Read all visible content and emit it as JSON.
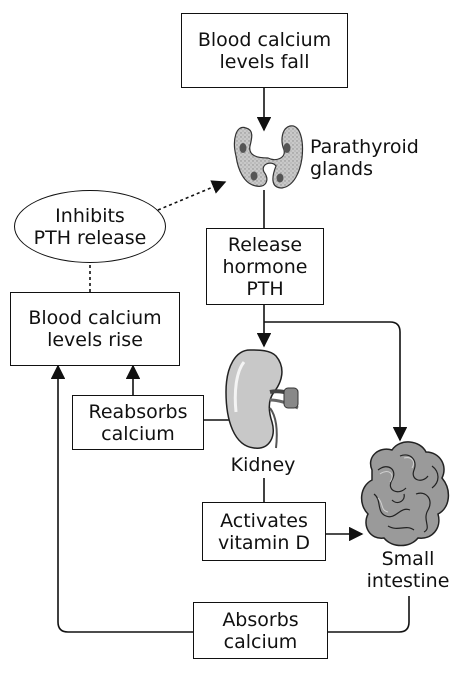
{
  "nodes": {
    "fall": "Blood calcium\nlevels fall",
    "parathyroid": "Parathyroid\nglands",
    "release": "Release\nhormone\nPTH",
    "inhibits": "Inhibits\nPTH release",
    "rise": "Blood calcium\nlevels rise",
    "reabsorbs": "Reabsorbs\ncalcium",
    "kidney": "Kidney",
    "vitamin": "Activates\nvitamin D",
    "intestine": "Small\nintestine",
    "absorbs": "Absorbs\ncalcium"
  },
  "icons": [
    "parathyroid-glands-icon",
    "kidney-icon",
    "small-intestine-icon"
  ]
}
